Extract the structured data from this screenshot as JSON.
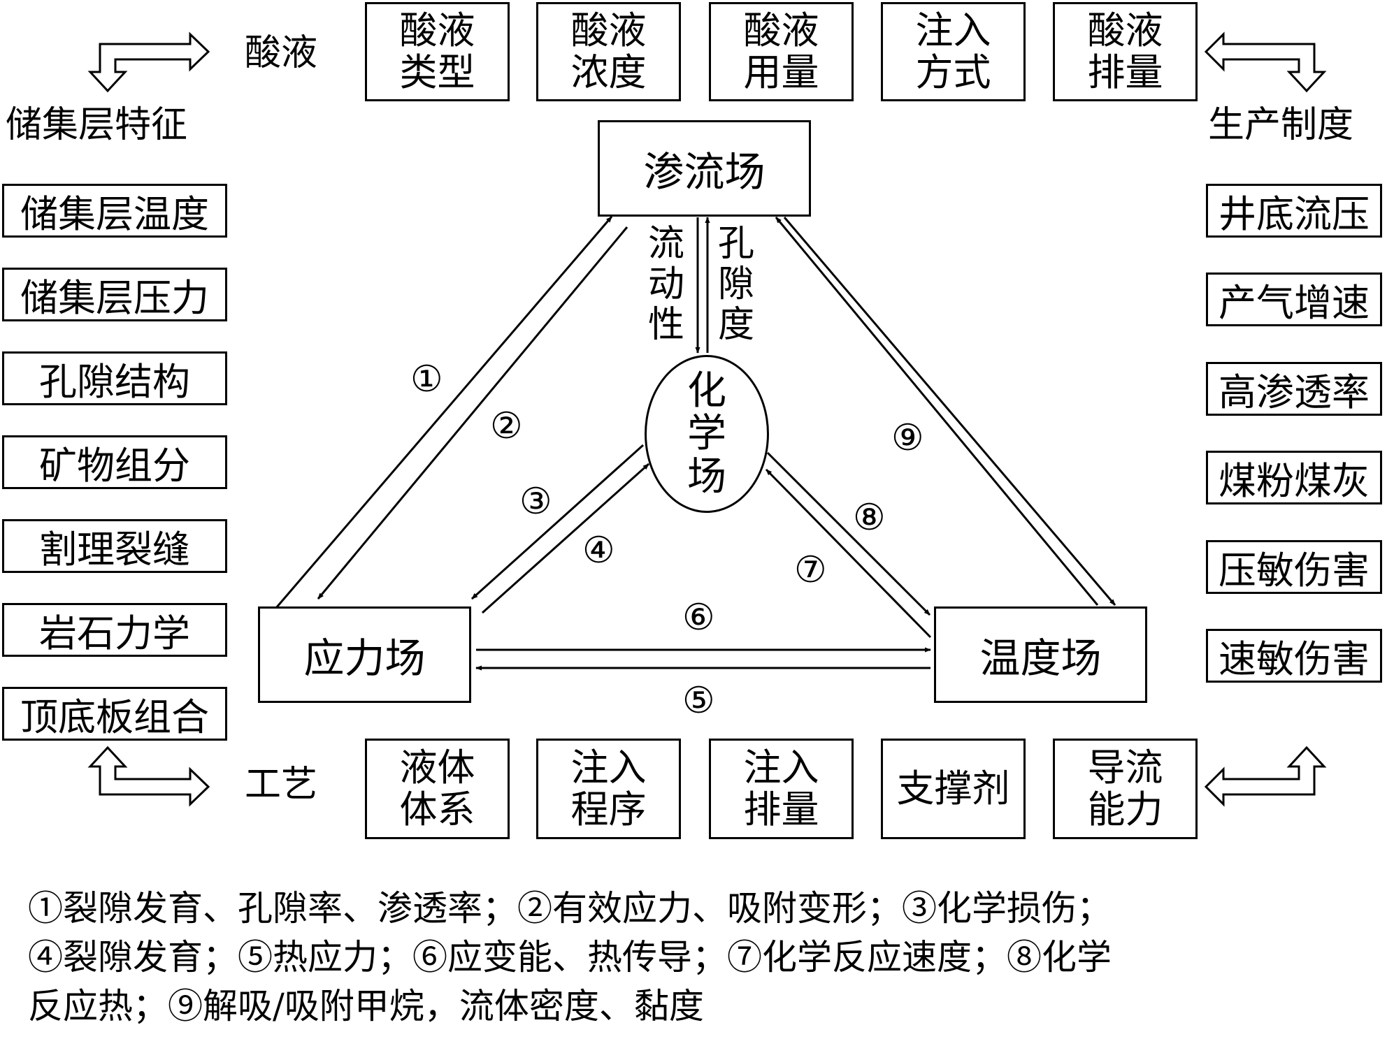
{
  "top_group": {
    "heading": "酸液",
    "boxes": [
      {
        "line1": "酸液",
        "line2": "类型"
      },
      {
        "line1": "酸液",
        "line2": "浓度"
      },
      {
        "line1": "酸液",
        "line2": "用量"
      },
      {
        "line1": "注入",
        "line2": "方式"
      },
      {
        "line1": "酸液",
        "line2": "排量"
      }
    ]
  },
  "bottom_group": {
    "heading": "工艺",
    "boxes": [
      {
        "line1": "液体",
        "line2": "体系"
      },
      {
        "line1": "注入",
        "line2": "程序"
      },
      {
        "line1": "注入",
        "line2": "排量"
      },
      {
        "line1": "支撑剂",
        "line2": ""
      },
      {
        "line1": "导流",
        "line2": "能力"
      }
    ]
  },
  "left_group": {
    "heading": "储集层特征",
    "items": [
      "储集层温度",
      "储集层压力",
      "孔隙结构",
      "矿物组分",
      "割理裂缝",
      "岩石力学",
      "顶底板组合"
    ]
  },
  "right_group": {
    "heading": "生产制度",
    "items": [
      "井底流压",
      "产气增速",
      "高渗透率",
      "煤粉煤灰",
      "压敏伤害",
      "速敏伤害"
    ]
  },
  "fields": {
    "seepage": "渗流场",
    "stress": "应力场",
    "temperature": "温度场",
    "chemical": [
      "化",
      "学",
      "场"
    ]
  },
  "vertical_labels": {
    "left": [
      "流",
      "动",
      "性"
    ],
    "right": [
      "孔",
      "隙",
      "度"
    ]
  },
  "markers": [
    "①",
    "②",
    "③",
    "④",
    "⑤",
    "⑥",
    "⑦",
    "⑧",
    "⑨"
  ],
  "legend": {
    "line1": "①裂隙发育、孔隙率、渗透率；②有效应力、吸附变形；③化学损伤；",
    "line2": "④裂隙发育；⑤热应力；⑥应变能、热传导；⑦化学反应速度；⑧化学",
    "line3": "反应热；⑨解吸/吸附甲烷，流体密度、黏度"
  }
}
